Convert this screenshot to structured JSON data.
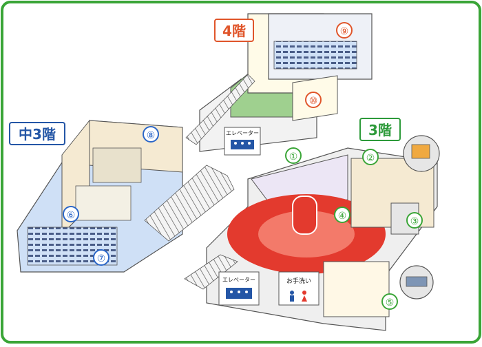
{
  "floors": {
    "floor4": "4階",
    "mezz3": "中3階",
    "floor3": "3階"
  },
  "signs": {
    "elevator_upper": "エレベーター",
    "elevator_lower": "エレベーター",
    "restroom": "お手洗い"
  },
  "markers": [
    "①",
    "②",
    "③",
    "④",
    "⑤",
    "⑥",
    "⑦",
    "⑧",
    "⑨",
    "⑩"
  ],
  "colors": {
    "frame": "#3aa537",
    "floor4": "#e0552a",
    "mezz3": "#2456a6",
    "floor3": "#2d9a3a",
    "marker_green": "#3aa537",
    "marker_blue": "#2a66c8",
    "marker_orange": "#e0552a",
    "red_floor": "#e33a2e"
  }
}
